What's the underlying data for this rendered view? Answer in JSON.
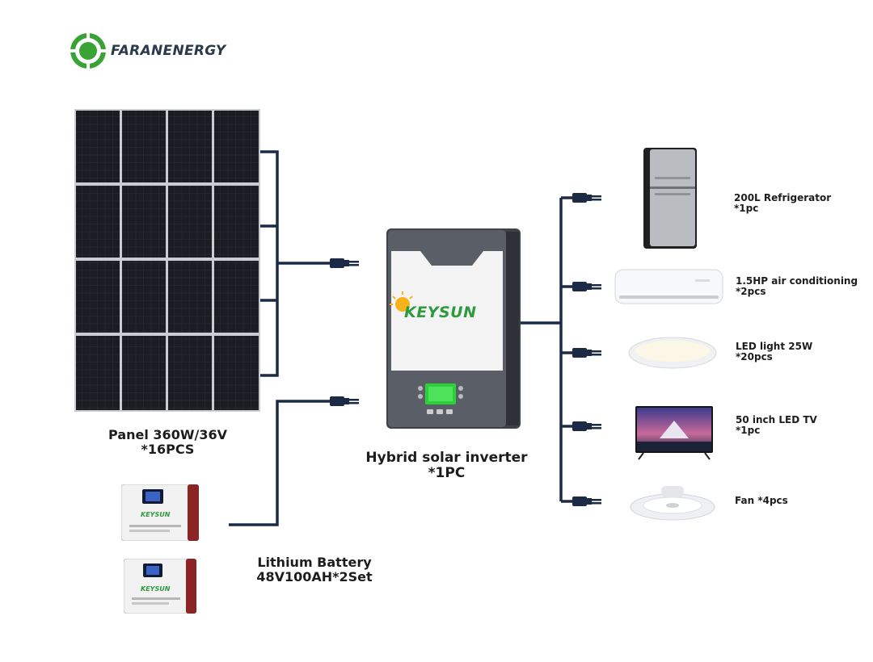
{
  "logo": {
    "text": "FARANENERGY",
    "name": "faranenergy-logo"
  },
  "panel": {
    "line1": "Panel 360W/36V",
    "line2": "*16PCS"
  },
  "inverter": {
    "brand": "KEYSUN",
    "line1": "Hybrid solar inverter",
    "line2": "*1PC"
  },
  "battery": {
    "brand": "KEYSUN",
    "line1": "Lithium Battery",
    "line2": "48V100AH*2Set"
  },
  "appliances": [
    {
      "line1": "200L Refrigerator",
      "line2": "*1pc"
    },
    {
      "line1": "1.5HP air conditioning",
      "line2": "*2pcs"
    },
    {
      "line1": "LED light 25W",
      "line2": "*20pcs"
    },
    {
      "line1": "50 inch LED TV",
      "line2": "*1pc"
    },
    {
      "line1": "Fan *4pcs",
      "line2": ""
    }
  ],
  "colors": {
    "wire": "#1c2b45",
    "logo_green": "#3aa335",
    "brand_green": "#2e9a3e",
    "panel_cell": "#1e2026"
  }
}
